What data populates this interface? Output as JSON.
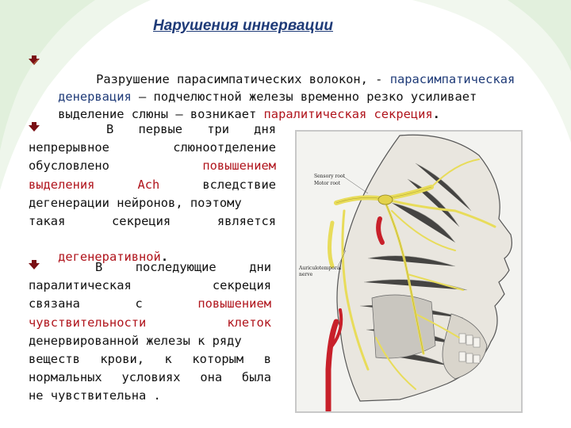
{
  "title": "Нарушения иннервации",
  "para1": {
    "l1a": "Разрушение парасимпатических волокон, - ",
    "l1b": "парасимпатическая",
    "l2a": "денервация",
    "l2b": " – подчелюстной железы временно резко усиливает",
    "l3a": "выделение слюны – возникает ",
    "l3b": "паралитическая секреция",
    "l3c": "."
  },
  "para2": {
    "w1": [
      "В",
      "первые",
      "три",
      "дня"
    ],
    "w2": [
      "непрерывное",
      "слюноотделение"
    ],
    "w3": [
      "обусловлено",
      "повышением"
    ],
    "w4": [
      "выделения",
      "Ach",
      "вследствие"
    ],
    "l5": "дегенерации нейронов, поэтому",
    "w6": [
      "такая",
      "секреция",
      "является"
    ],
    "l7a": "дегенеративной",
    "l7b": "."
  },
  "para3": {
    "w1": [
      "В",
      "последующие",
      "дни"
    ],
    "w2": [
      "паралитическая",
      "секреция"
    ],
    "w3": [
      "связана",
      "с",
      "повышением"
    ],
    "w4": [
      "чувствительности",
      "клеток"
    ],
    "l5": "денервированной железы к ряду",
    "w6": [
      "веществ",
      "крови,",
      "к",
      "которым",
      "в"
    ],
    "w7": [
      "нормальных",
      "условиях",
      "она",
      "была"
    ],
    "l8": "не чувствительна ."
  },
  "figure_labels": {
    "sensory_root": "Sensory root",
    "motor_root": "Motor root",
    "auriculotemporal": "Auriculotemporal",
    "nerve": "nerve"
  },
  "colors": {
    "title": "#1f3b78",
    "term_blue": "#1f3b78",
    "term_red": "#b0141c",
    "bullet": "#7a0f14",
    "nerve": "#e8dc5a",
    "artery": "#c8202a"
  },
  "icons": [
    "bullet-arrow-icon"
  ]
}
